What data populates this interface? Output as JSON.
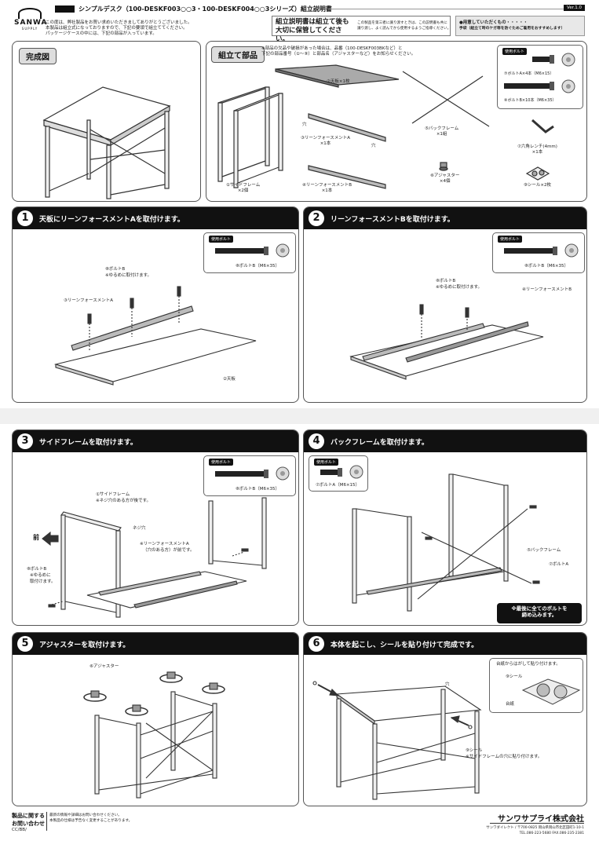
{
  "header": {
    "brand": "SANWA",
    "brand_sub": "SUPPLY",
    "title": "シンプルデスク（100-DESKF003○○3・100-DESKF004○○3シリーズ）組立説明書",
    "version": "Ver.1.0",
    "intro_lines": [
      "この度は、弊社製品をお買い求めいただきましてありがとうございました。",
      "本製品は組立式になっておりますので、下記の要領で組立ててください。",
      "パッケージケースの中には、下記の部品が入っています。"
    ],
    "keep_notice": "組立説明書は組立て後も大切に保管してください。",
    "keep_sub_lines": [
      "この製品を第三者に譲り渡すときは、この説明書も共に",
      "譲り渡し、よく読んでから使用するようご指導ください。"
    ],
    "prepare_lines": [
      "●用意していただくもの・・・・・",
      "手袋（組立て時のケガ等を防ぐためご着用をおすすめします）"
    ]
  },
  "complete_section": {
    "label": "完成図"
  },
  "parts_section": {
    "label": "組立て部品",
    "notes": [
      "※部品の欠品や破損があった場合は、品番（100-DESKF003BKなど）と",
      "下記の部品番号（①～⑨）と部品名（アジャスターなど）をお知らせください。"
    ],
    "parts": {
      "top": "②天板×1枚",
      "side_frame": [
        "①サイドフレーム",
        "×2個"
      ],
      "reinforce_a": [
        "③リーンフォースメントA",
        "×1本"
      ],
      "hole": "穴",
      "reinforce_b": [
        "④リーンフォースメントB",
        "×1本"
      ],
      "back_frame": [
        "⑤バックフレーム",
        "×1組"
      ],
      "adjuster": [
        "⑥アジャスター",
        "×4個"
      ],
      "hex_wrench": [
        "⑦六角レンチ(4mm)",
        "×1本"
      ],
      "seal": "⑨シール×2枚"
    },
    "bolts_title": "使用ボルト",
    "bolt_a": "⑦ボルトA×4本（M6×15）",
    "bolt_b": "⑧ボルトB×10本（M6×35）"
  },
  "steps": [
    {
      "num": "1",
      "title": "天板にリーンフォースメントAを取付けます。",
      "bolt_title": "使用ボルト",
      "bolt": "⑧ボルトB（M6×35）",
      "labels": [
        "⑧ボルトB",
        "※ゆるめに取付けます。",
        "③リーンフォースメントA",
        "②天板"
      ]
    },
    {
      "num": "2",
      "title": "リーンフォースメントBを取付けます。",
      "bolt_title": "使用ボルト",
      "bolt": "⑧ボルトB（M6×35）",
      "labels": [
        "⑧ボルトB",
        "※ゆるめに取付けます。",
        "④リーンフォースメントB"
      ]
    },
    {
      "num": "3",
      "title": "サイドフレームを取付けます。",
      "bolt_title": "使用ボルト",
      "bolt": "⑧ボルトB（M6×35）",
      "labels": [
        "①サイドフレーム",
        "※ネジ穴のある方が後です。",
        "ネジ穴",
        "前",
        "※リーンフォースメントA",
        "（穴のある方）が前です。",
        "⑧ボルトB",
        "※ゆるめに",
        "取付けます。"
      ]
    },
    {
      "num": "4",
      "title": "バックフレームを取付けます。",
      "bolt_title": "使用ボルト",
      "bolt": "⑦ボルトA（M6×15）",
      "labels": [
        "⑤バックフレーム",
        "⑦ボルトA",
        "※最後に全てのボルトを",
        "締め込みます。"
      ]
    },
    {
      "num": "5",
      "title": "アジャスターを取付けます。",
      "labels": [
        "⑥アジャスター"
      ]
    },
    {
      "num": "6",
      "title": "本体を起こし、シールを貼り付けて完成です。",
      "labels": [
        "台紙からはがして貼り付けます。",
        "⑨シール",
        "台紙",
        "穴",
        "⑨シール",
        "※サイドフレームの穴に貼り付けます。"
      ]
    }
  ],
  "footer": {
    "contact_label": [
      "製品に関する",
      "お問い合わせ"
    ],
    "code": "CC/BB/",
    "disclaimer_lines": [
      "最新の情報や詳細はお問い合わせください。",
      "本製品の仕様は予告なく変更することがあります。"
    ],
    "company": "サンワサプライ株式会社",
    "address_lines": [
      "サンワダイレクト / 〒700-0825 岡山県岡山市北区田町1-10-1",
      "TEL.086-223-5680 FAX.086-235-2381"
    ]
  }
}
